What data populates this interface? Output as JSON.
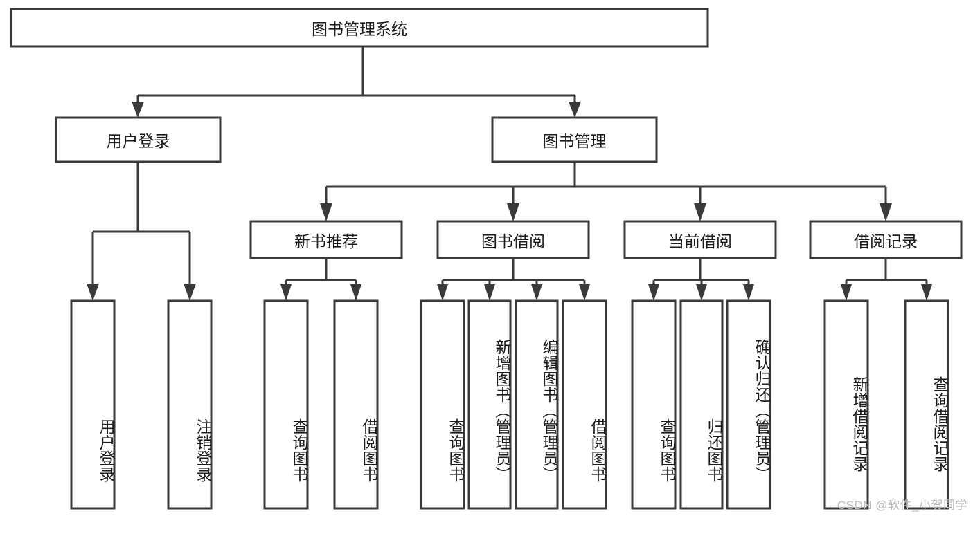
{
  "diagram": {
    "type": "tree-hierarchy",
    "title": "图书管理系统",
    "watermark": "CSDN @软件_小贺同学",
    "colors": {
      "stroke": "#3a3a3a",
      "fill": "#ffffff",
      "text": "#1b1b1b",
      "watermark": "#b9b9b9"
    },
    "root": {
      "label": "图书管理系统",
      "orientation": "horizontal"
    },
    "level2": [
      {
        "label": "用户登录",
        "orientation": "horizontal"
      },
      {
        "label": "图书管理",
        "orientation": "horizontal"
      }
    ],
    "level3": [
      {
        "label": "新书推荐",
        "orientation": "horizontal"
      },
      {
        "label": "图书借阅",
        "orientation": "horizontal"
      },
      {
        "label": "当前借阅",
        "orientation": "horizontal"
      },
      {
        "label": "借阅记录",
        "orientation": "horizontal"
      }
    ],
    "leaves": {
      "user_login": [
        {
          "label": "用户登录",
          "orientation": "vertical"
        },
        {
          "label": "注销登录",
          "orientation": "vertical"
        }
      ],
      "new_book_recommend": [
        {
          "label": "查询图书",
          "orientation": "vertical"
        },
        {
          "label": "借阅图书",
          "orientation": "vertical"
        }
      ],
      "book_borrow": [
        {
          "label": "查询图书",
          "orientation": "vertical"
        },
        {
          "label": "新增图书（管理员）",
          "orientation": "vertical"
        },
        {
          "label": "编辑图书（管理员）",
          "orientation": "vertical"
        },
        {
          "label": "借阅图书",
          "orientation": "vertical"
        }
      ],
      "current_borrow": [
        {
          "label": "查询图书",
          "orientation": "vertical"
        },
        {
          "label": "归还图书",
          "orientation": "vertical"
        },
        {
          "label": "确认归还（管理员）",
          "orientation": "vertical"
        }
      ],
      "borrow_record": [
        {
          "label": "新增借阅记录",
          "orientation": "vertical"
        },
        {
          "label": "查询借阅记录",
          "orientation": "vertical"
        }
      ]
    }
  }
}
